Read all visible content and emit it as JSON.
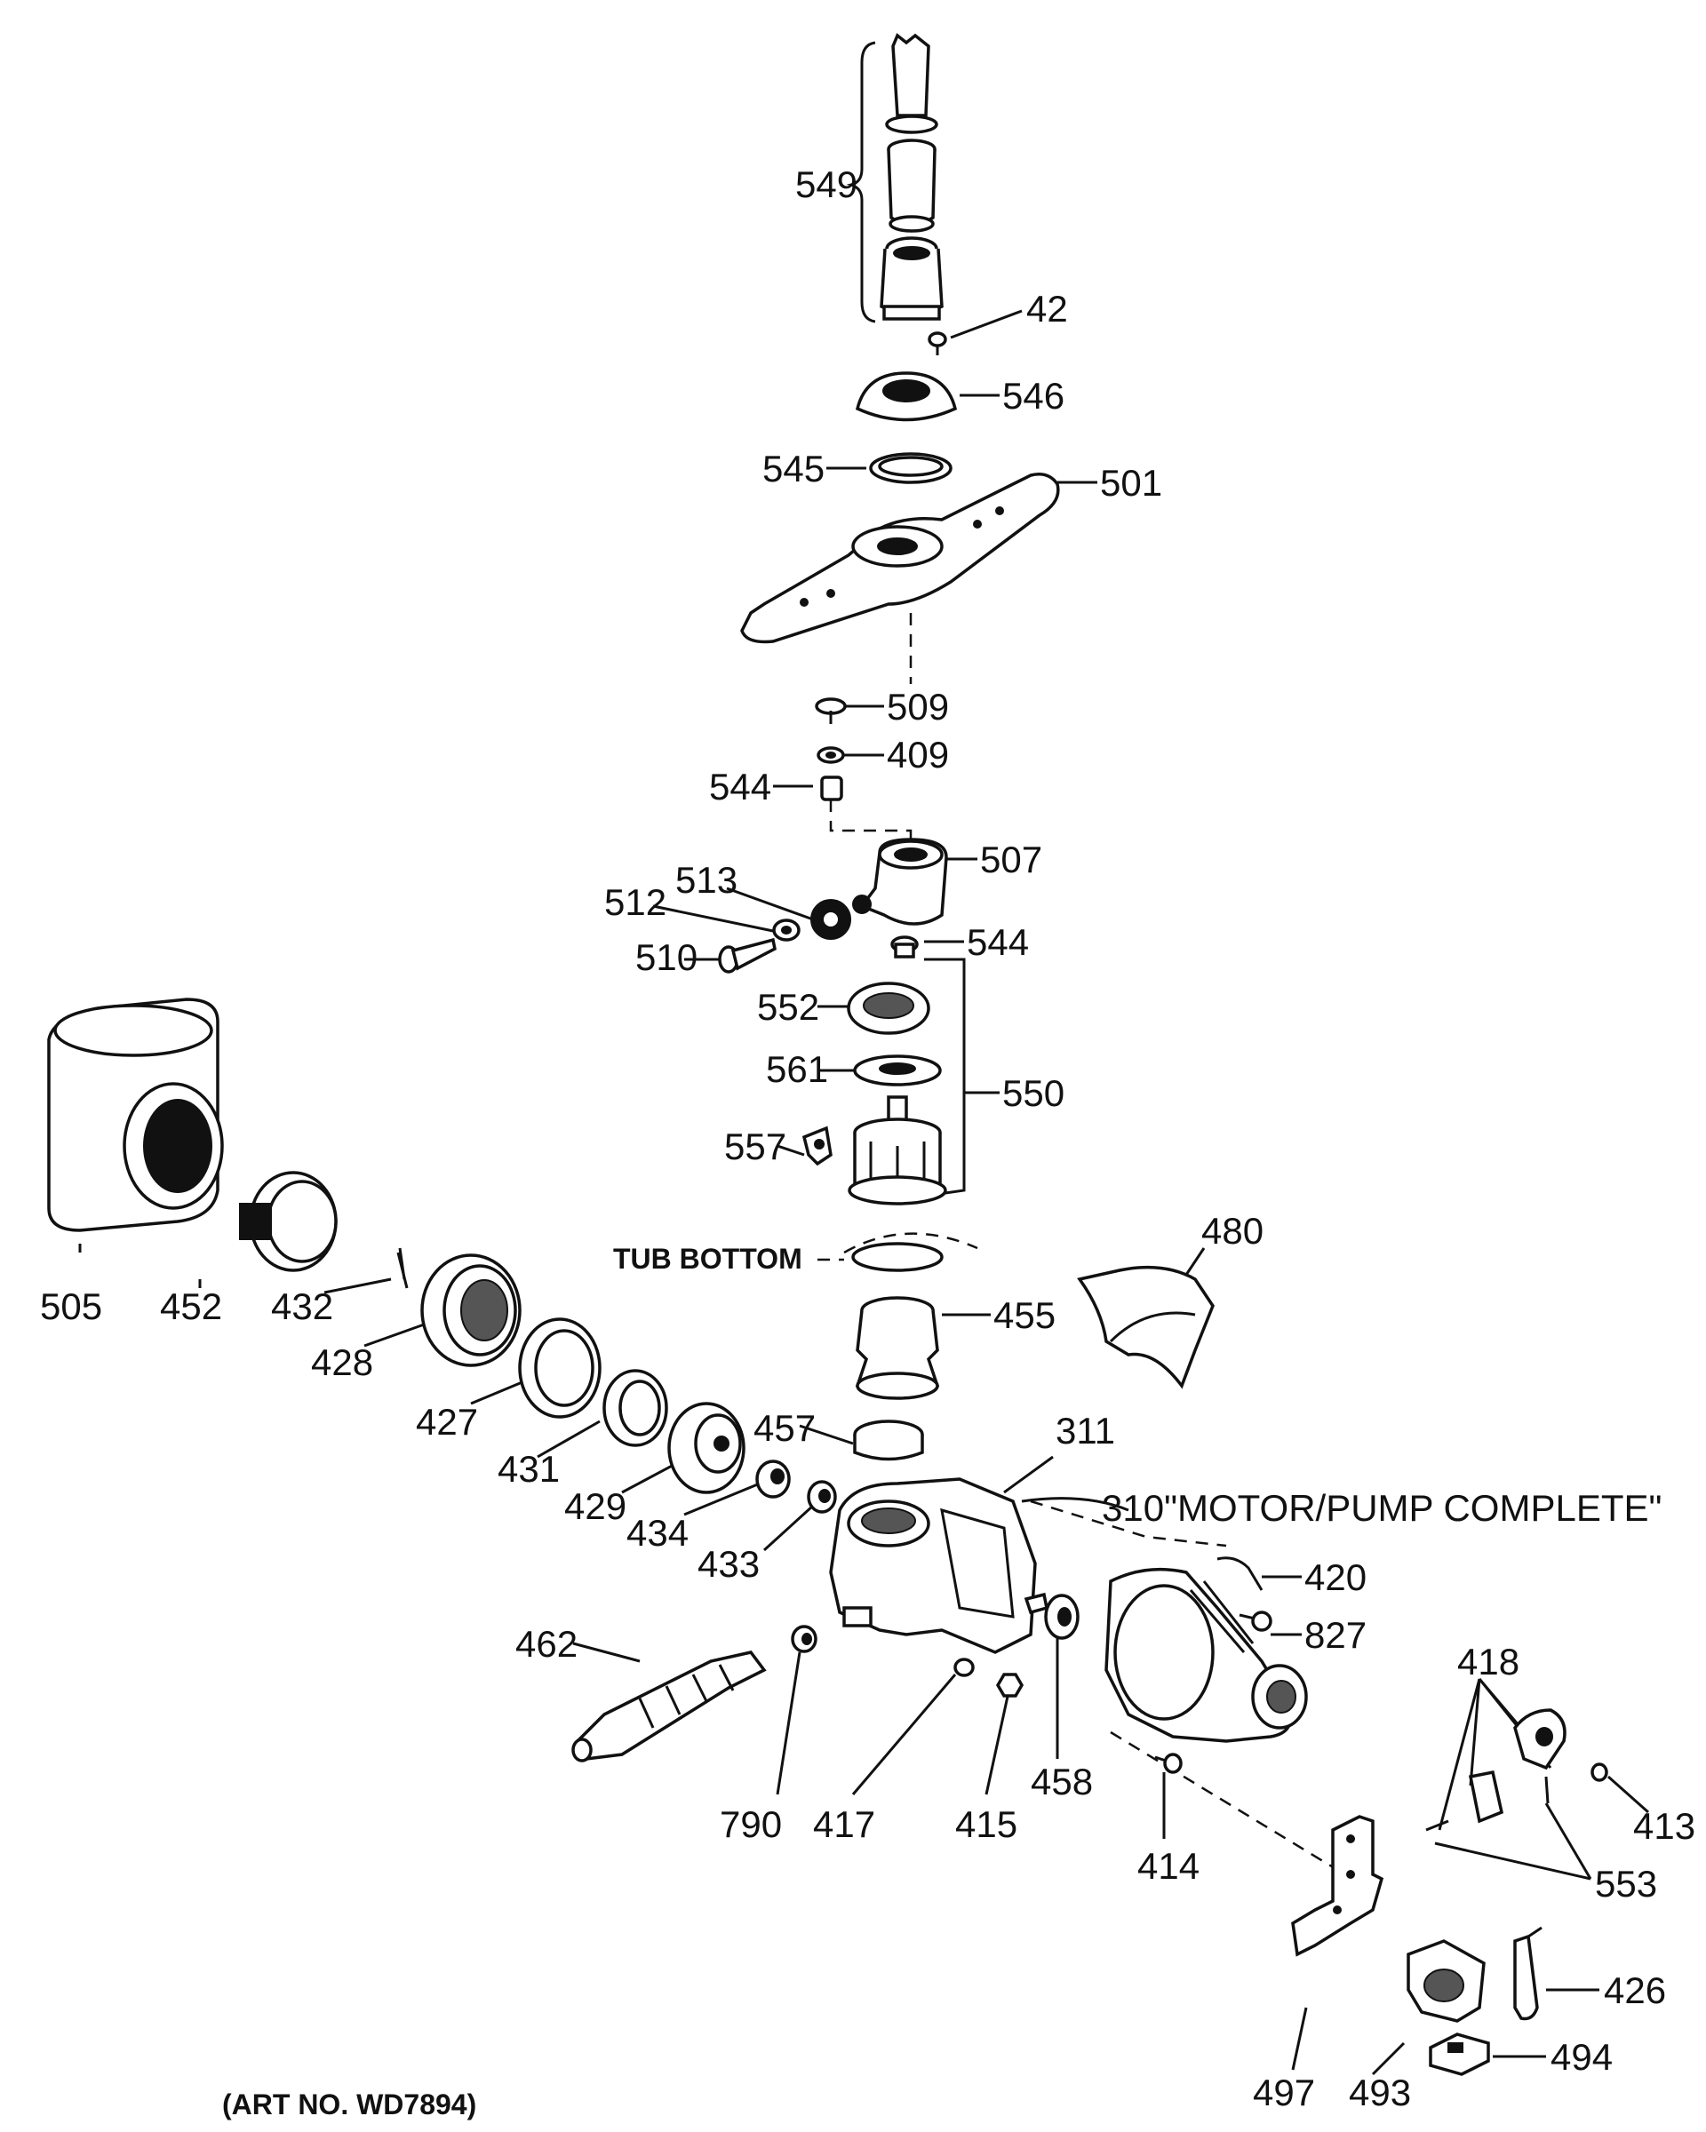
{
  "captions": {
    "tub_bottom": "TUB BOTTOM",
    "motor_pump": "310\"MOTOR/PUMP COMPLETE\"",
    "art_no": "(ART NO. WD7894)"
  },
  "part_labels": [
    "549",
    "42",
    "546",
    "545",
    "501",
    "509",
    "409",
    "544",
    "507",
    "513",
    "512",
    "510",
    "544",
    "552",
    "561",
    "550",
    "557",
    "480",
    "455",
    "505",
    "452",
    "432",
    "428",
    "427",
    "431",
    "429",
    "457",
    "434",
    "433",
    "311",
    "420",
    "827",
    "418",
    "413",
    "462",
    "790",
    "417",
    "415",
    "458",
    "414",
    "553",
    "426",
    "497",
    "493",
    "494"
  ]
}
